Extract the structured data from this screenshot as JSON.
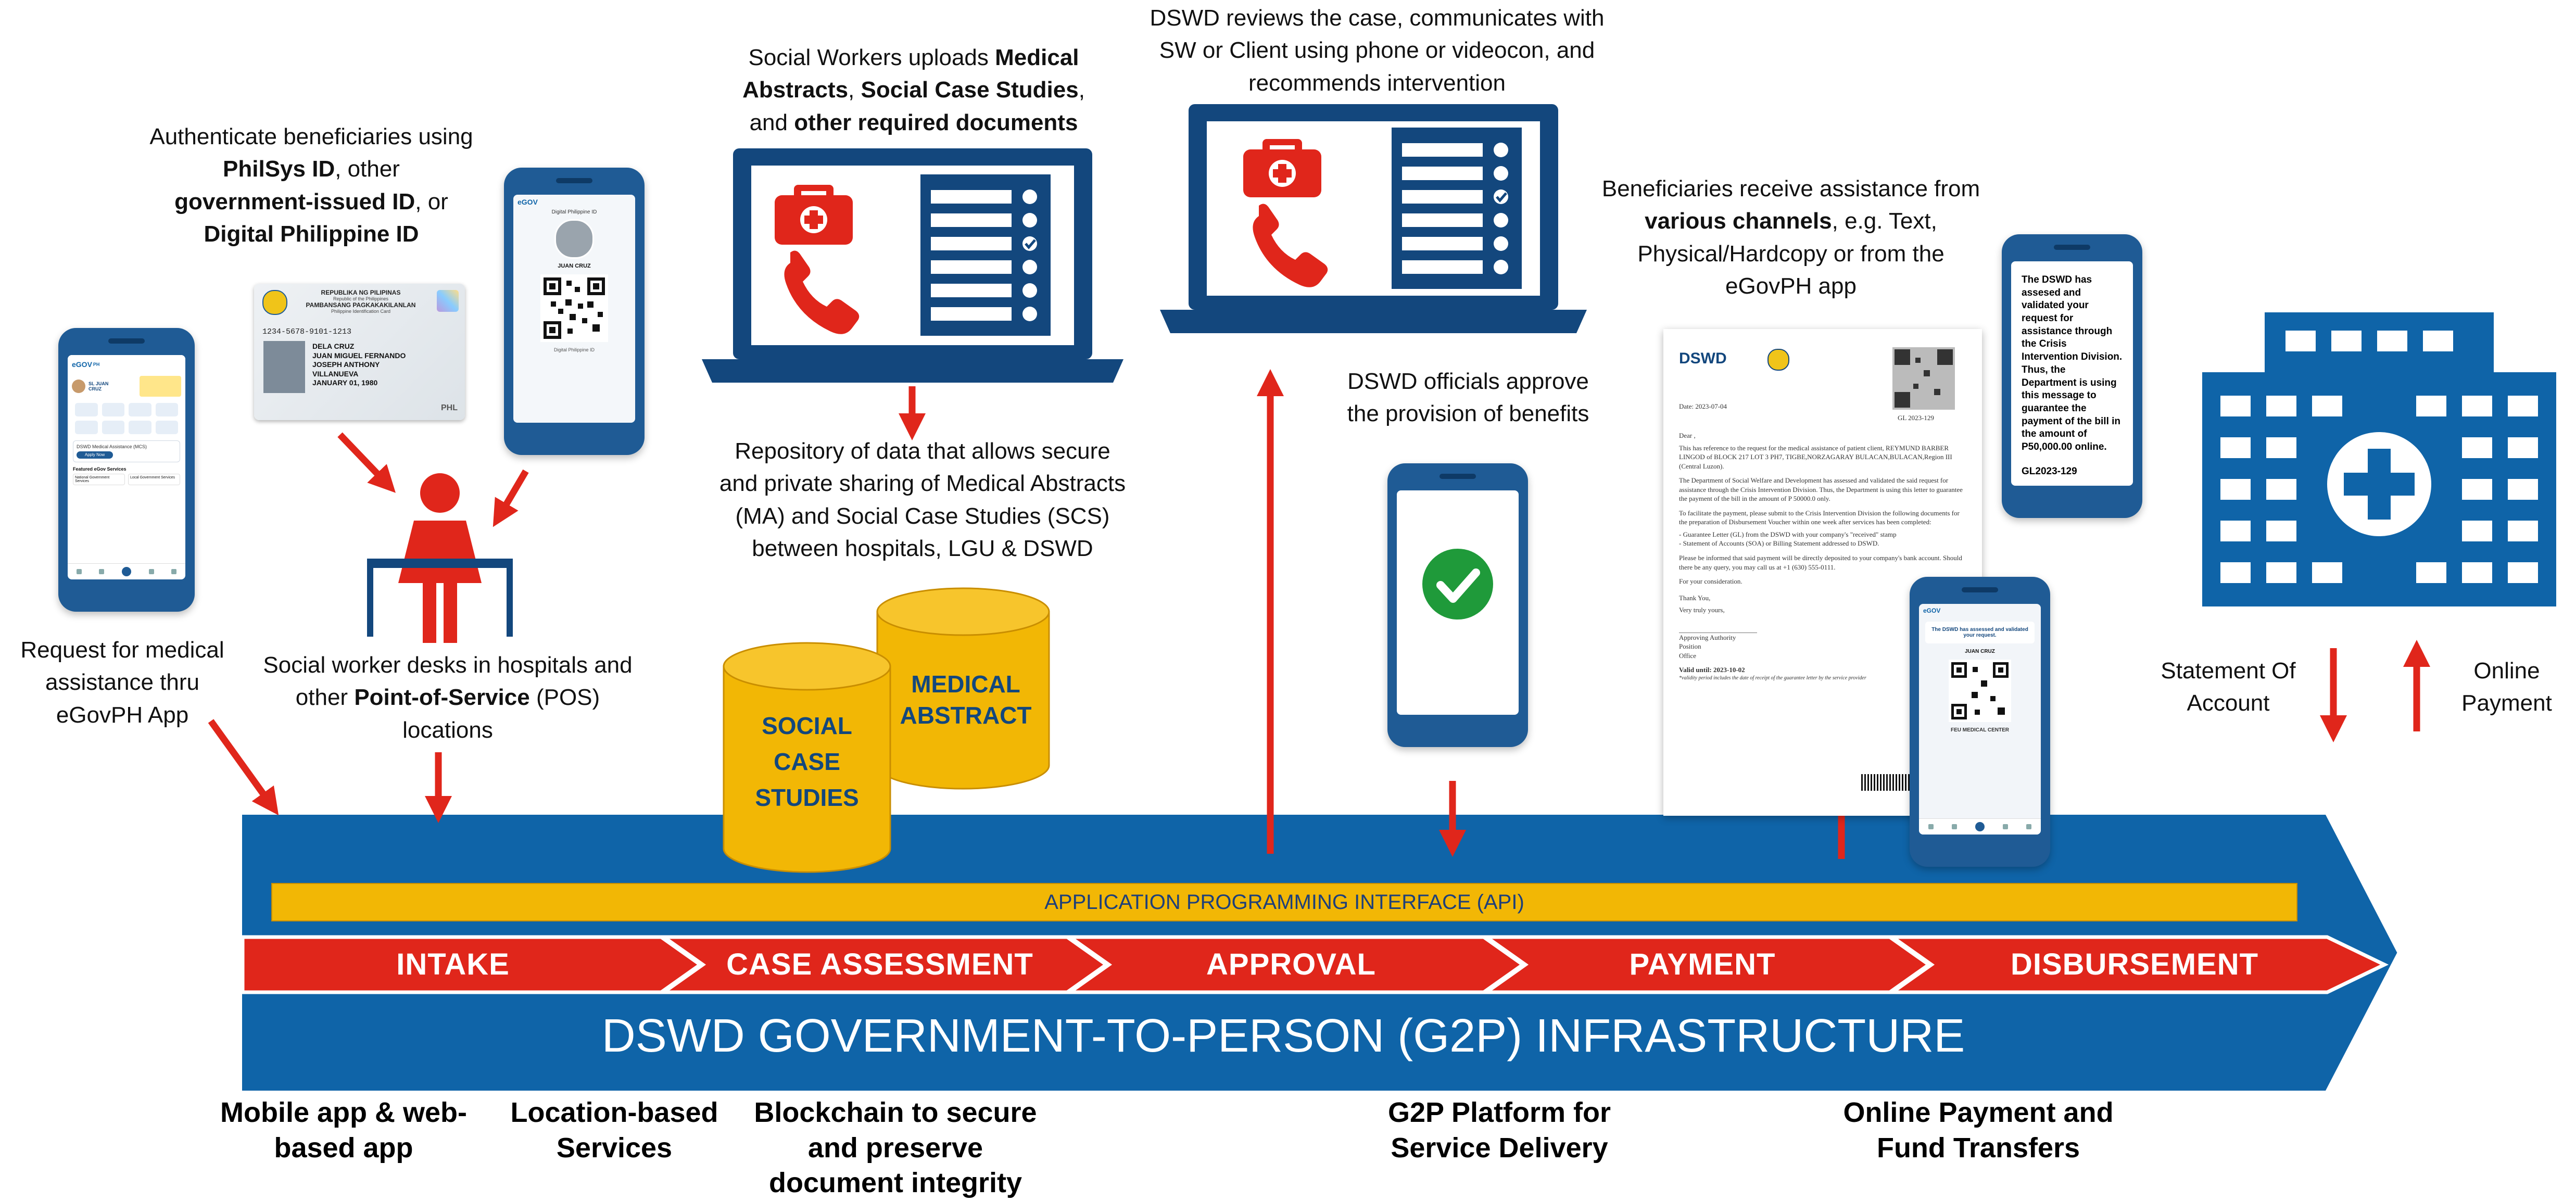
{
  "colors": {
    "blue": "#0f64a8",
    "navy": "#13477d",
    "red": "#e0261b",
    "yellow": "#f2b705",
    "white": "#ffffff"
  },
  "captions": {
    "authenticate": {
      "pre": "Authenticate beneficiaries using",
      "b1": "PhilSys ID",
      "t1": ", other",
      "b2": "government-issued ID",
      "t2": ", or",
      "b3": "Digital Philippine ID"
    },
    "social_workers": {
      "pre": "Social Workers uploads",
      "b1": "Medical",
      "b2": "Abstracts",
      "t1": ",",
      "b3": "Social Case Studies",
      "t2": ",",
      "t3": "and",
      "b4": "other required documents"
    },
    "review": "DSWD reviews the case, communicates with SW or Client using phone or videocon, and recommends intervention",
    "receive": {
      "pre": "Beneficiaries receive assistance from",
      "b1": "various channels",
      "post": ", e.g. Text, Physical/Hardcopy or from the eGovPH app"
    },
    "repository": "Repository of data that allows secure and private sharing of Medical Abstracts (MA) and Social Case Studies (SCS) between hospitals, LGU & DSWD",
    "officials": "DSWD officials approve the provision of benefits",
    "request": "Request for medical assistance thru eGovPH App",
    "desks": {
      "pre": "Social worker desks in hospitals and other",
      "b1": "Point-of-Service",
      "post": "(POS) locations"
    },
    "statement": "Statement Of Account",
    "online_payment": "Online Payment"
  },
  "cylinders": {
    "medical": "MEDICAL ABSTRACT",
    "social": "SOCIAL CASE STUDIES"
  },
  "api": "APPLICATION PROGRAMMING INTERFACE (API)",
  "stages": [
    "INTAKE",
    "CASE ASSESSMENT",
    "APPROVAL",
    "PAYMENT",
    "DISBURSEMENT"
  ],
  "infrastructure": "DSWD GOVERNMENT-TO-PERSON (G2P) INFRASTRUCTURE",
  "bottom": [
    "Mobile app & web-based app",
    "Location-based Services",
    "Blockchain to secure and preserve document integrity",
    "G2P Platform for Service Delivery",
    "Online Payment and Fund Transfers"
  ],
  "sms": {
    "body": "The DSWD has assesed and validated your request for assistance through the Crisis Intervention Division. Thus, the Department is using this message to guarantee the payment of the bill in the amount of",
    "amount": "P50,000.00",
    "tail": "online.",
    "ref": "GL2023-129"
  },
  "app": {
    "brand": "eGOV",
    "brand_sub": "PH",
    "user": "SL JUAN CRUZ",
    "medical": "DSWD Medical Assistance (MCS)",
    "apply": "Apply Now",
    "featured": "Featured eGov Services",
    "svc1": "National Government Services",
    "svc2": "Local Government Services"
  },
  "id_card": {
    "country": "REPUBLIKA NG PILIPINAS",
    "country_en": "Republic of the Philippines",
    "agency": "PAMBANSANG PAGKAKAKILANLAN",
    "agency_en": "Philippine Identification Card",
    "number": "1234-5678-9101-1213",
    "surname": "DELA CRUZ",
    "given": "JUAN MIGUEL FERNANDO JOSEPH ANTHONY",
    "middle": "VILLANUEVA",
    "dob": "JANUARY 01, 1980",
    "code": "PHL"
  },
  "digital_id": {
    "title": "Digital Philippine ID",
    "name": "JUAN CRUZ",
    "footer": "Digital Philippine ID"
  },
  "letter": {
    "logo": "DSWD",
    "date": "Date: 2023-07-04",
    "ref": "GL 2023-129",
    "greet": "Dear ,",
    "body1": "This has reference to the request for the medical assistance of patient client, REYMUND BARBER LINGOD of BLOCK 217 LOT 3 PH7, TIGBE,NORZAGARAY BULACAN,BULACAN,Region III (Central Luzon).",
    "body2": "The Department of Social Welfare and Development has assessed and validated the said request for assistance through the Crisis Intervention Division. Thus, the Department is using this letter to guarantee the payment of the bill in the amount of P 50000.0 only.",
    "body3": "To facilitate the payment, please submit to the Crisis Intervention Division the following documents for the preparation of Disbursement Voucher within one week after services has been completed:",
    "item1": "Guarantee Letter (GL) from the DSWD with your company's \"received\" stamp",
    "item2": "Statement of Accounts (SOA) or Billing Statement addressed to DSWD.",
    "body4": "Please be informed that said payment will be directly deposited to your company's bank account. Should there be any query, you may call us at +1 (630) 555-0111.",
    "consider": "For your consideration.",
    "thanks": "Thank You,",
    "yours": "Very truly yours,",
    "sig1": "Approving Authority",
    "sig2": "Position",
    "sig3": "Office",
    "valid": "Valid until: 2023-10-02",
    "note": "*validity period includes the date of receipt of the guarantee letter by the service provider"
  },
  "approval_phone": {
    "msg": "The DSWD has assessed and validated your request.",
    "name": "JUAN CRUZ",
    "facility": "FEU MEDICAL CENTER"
  }
}
